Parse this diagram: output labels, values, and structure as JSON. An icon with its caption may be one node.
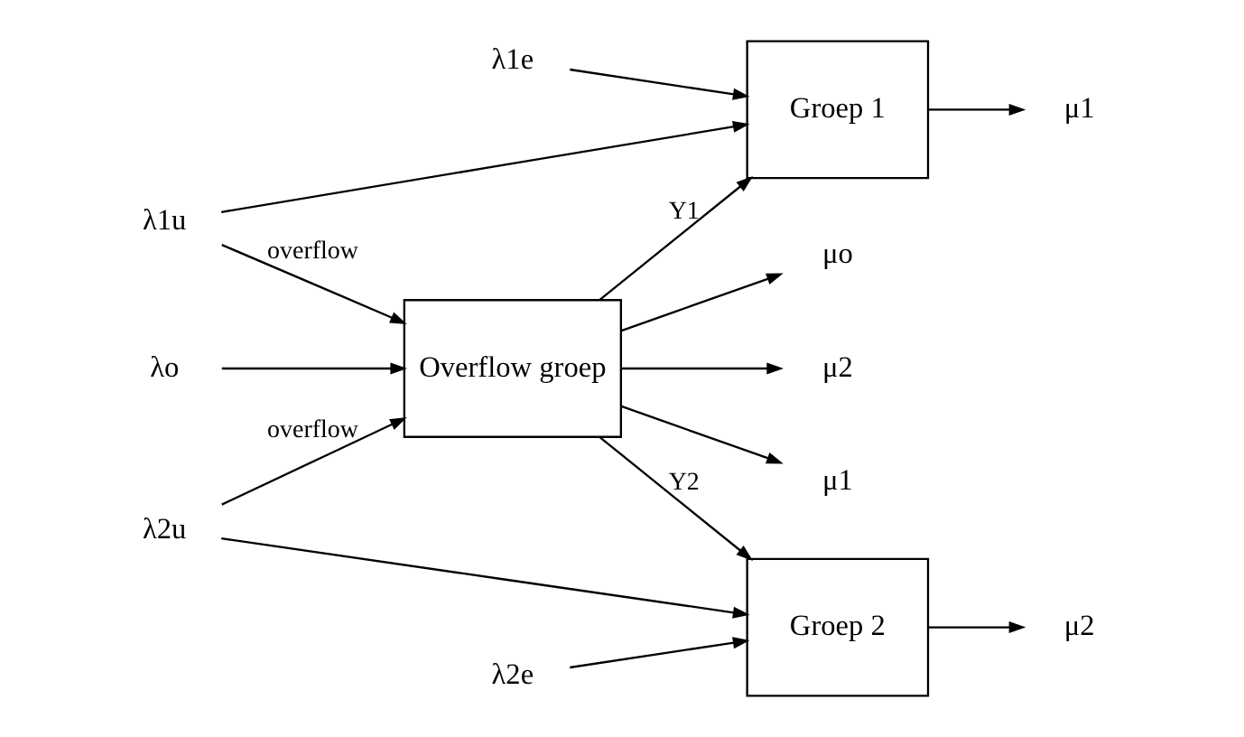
{
  "diagram": {
    "nodes": [
      {
        "text": [
          "λ1e"
        ]
      },
      {
        "text": [
          "λ1u"
        ]
      },
      {
        "text": [
          "Groep 1"
        ]
      },
      {
        "text": [
          "μ1"
        ]
      },
      {
        "text": [
          "λo"
        ]
      },
      {
        "text": [
          "Overflow groep"
        ]
      },
      {
        "text": [
          "μ1"
        ]
      },
      {
        "text": [
          "μo"
        ]
      },
      {
        "text": [
          "μ2"
        ]
      },
      {
        "text": [
          "λ2u"
        ]
      },
      {
        "text": [
          "Groep 2"
        ]
      },
      {
        "text": [
          "μ2"
        ]
      },
      {
        "text": [
          "λ2e"
        ]
      }
    ],
    "edges": [
      {
        "from": 0,
        "to": 2,
        "arrow": "to"
      },
      {
        "from": 1,
        "to": 2,
        "arrow": "to"
      },
      {
        "from": 2,
        "to": 3,
        "arrow": "to"
      },
      {
        "from": 1,
        "to": 5,
        "arrow": "to",
        "label": "overflow"
      },
      {
        "from": 5,
        "to": 2,
        "arrow": "to",
        "label": "Y1"
      },
      {
        "from": 4,
        "to": 5,
        "arrow": "to"
      },
      {
        "from": 5,
        "to": 6,
        "arrow": "to"
      },
      {
        "from": 5,
        "to": 7,
        "arrow": "to"
      },
      {
        "from": 5,
        "to": 8,
        "arrow": "to"
      },
      {
        "from": 5,
        "to": 10,
        "arrow": "to",
        "label": "Y2"
      },
      {
        "from": 9,
        "to": 5,
        "arrow": "to",
        "label": "overflow"
      },
      {
        "from": 9,
        "to": 10,
        "arrow": "to"
      },
      {
        "from": 12,
        "to": 10,
        "arrow": "to"
      },
      {
        "from": 10,
        "to": 11,
        "arrow": "to"
      }
    ]
  }
}
